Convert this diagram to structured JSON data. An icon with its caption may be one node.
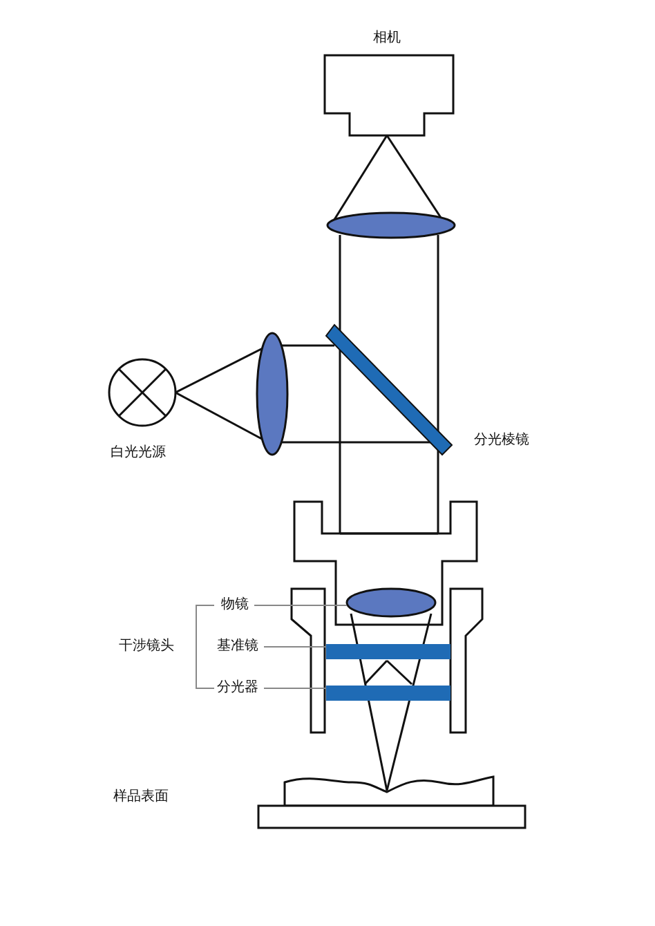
{
  "diagram": {
    "nodes": [
      {
        "text": [
          "物镜"
        ]
      },
      {
        "text": [],
        "shape": "ellipse"
      },
      {
        "text": [
          "基准镜"
        ]
      },
      {
        "text": [],
        "shape": "bar"
      },
      {
        "text": [
          "分光器"
        ]
      },
      {
        "text": [],
        "shape": "bar"
      }
    ],
    "edges": [
      {
        "from": 0,
        "to": 1,
        "arrow": "none"
      },
      {
        "from": 2,
        "to": 3,
        "arrow": "none"
      },
      {
        "from": 4,
        "to": 5,
        "arrow": "none"
      }
    ],
    "labels": [
      "相机",
      "白光光源",
      "分光棱镜",
      "干涉镜头",
      "样品表面"
    ]
  }
}
